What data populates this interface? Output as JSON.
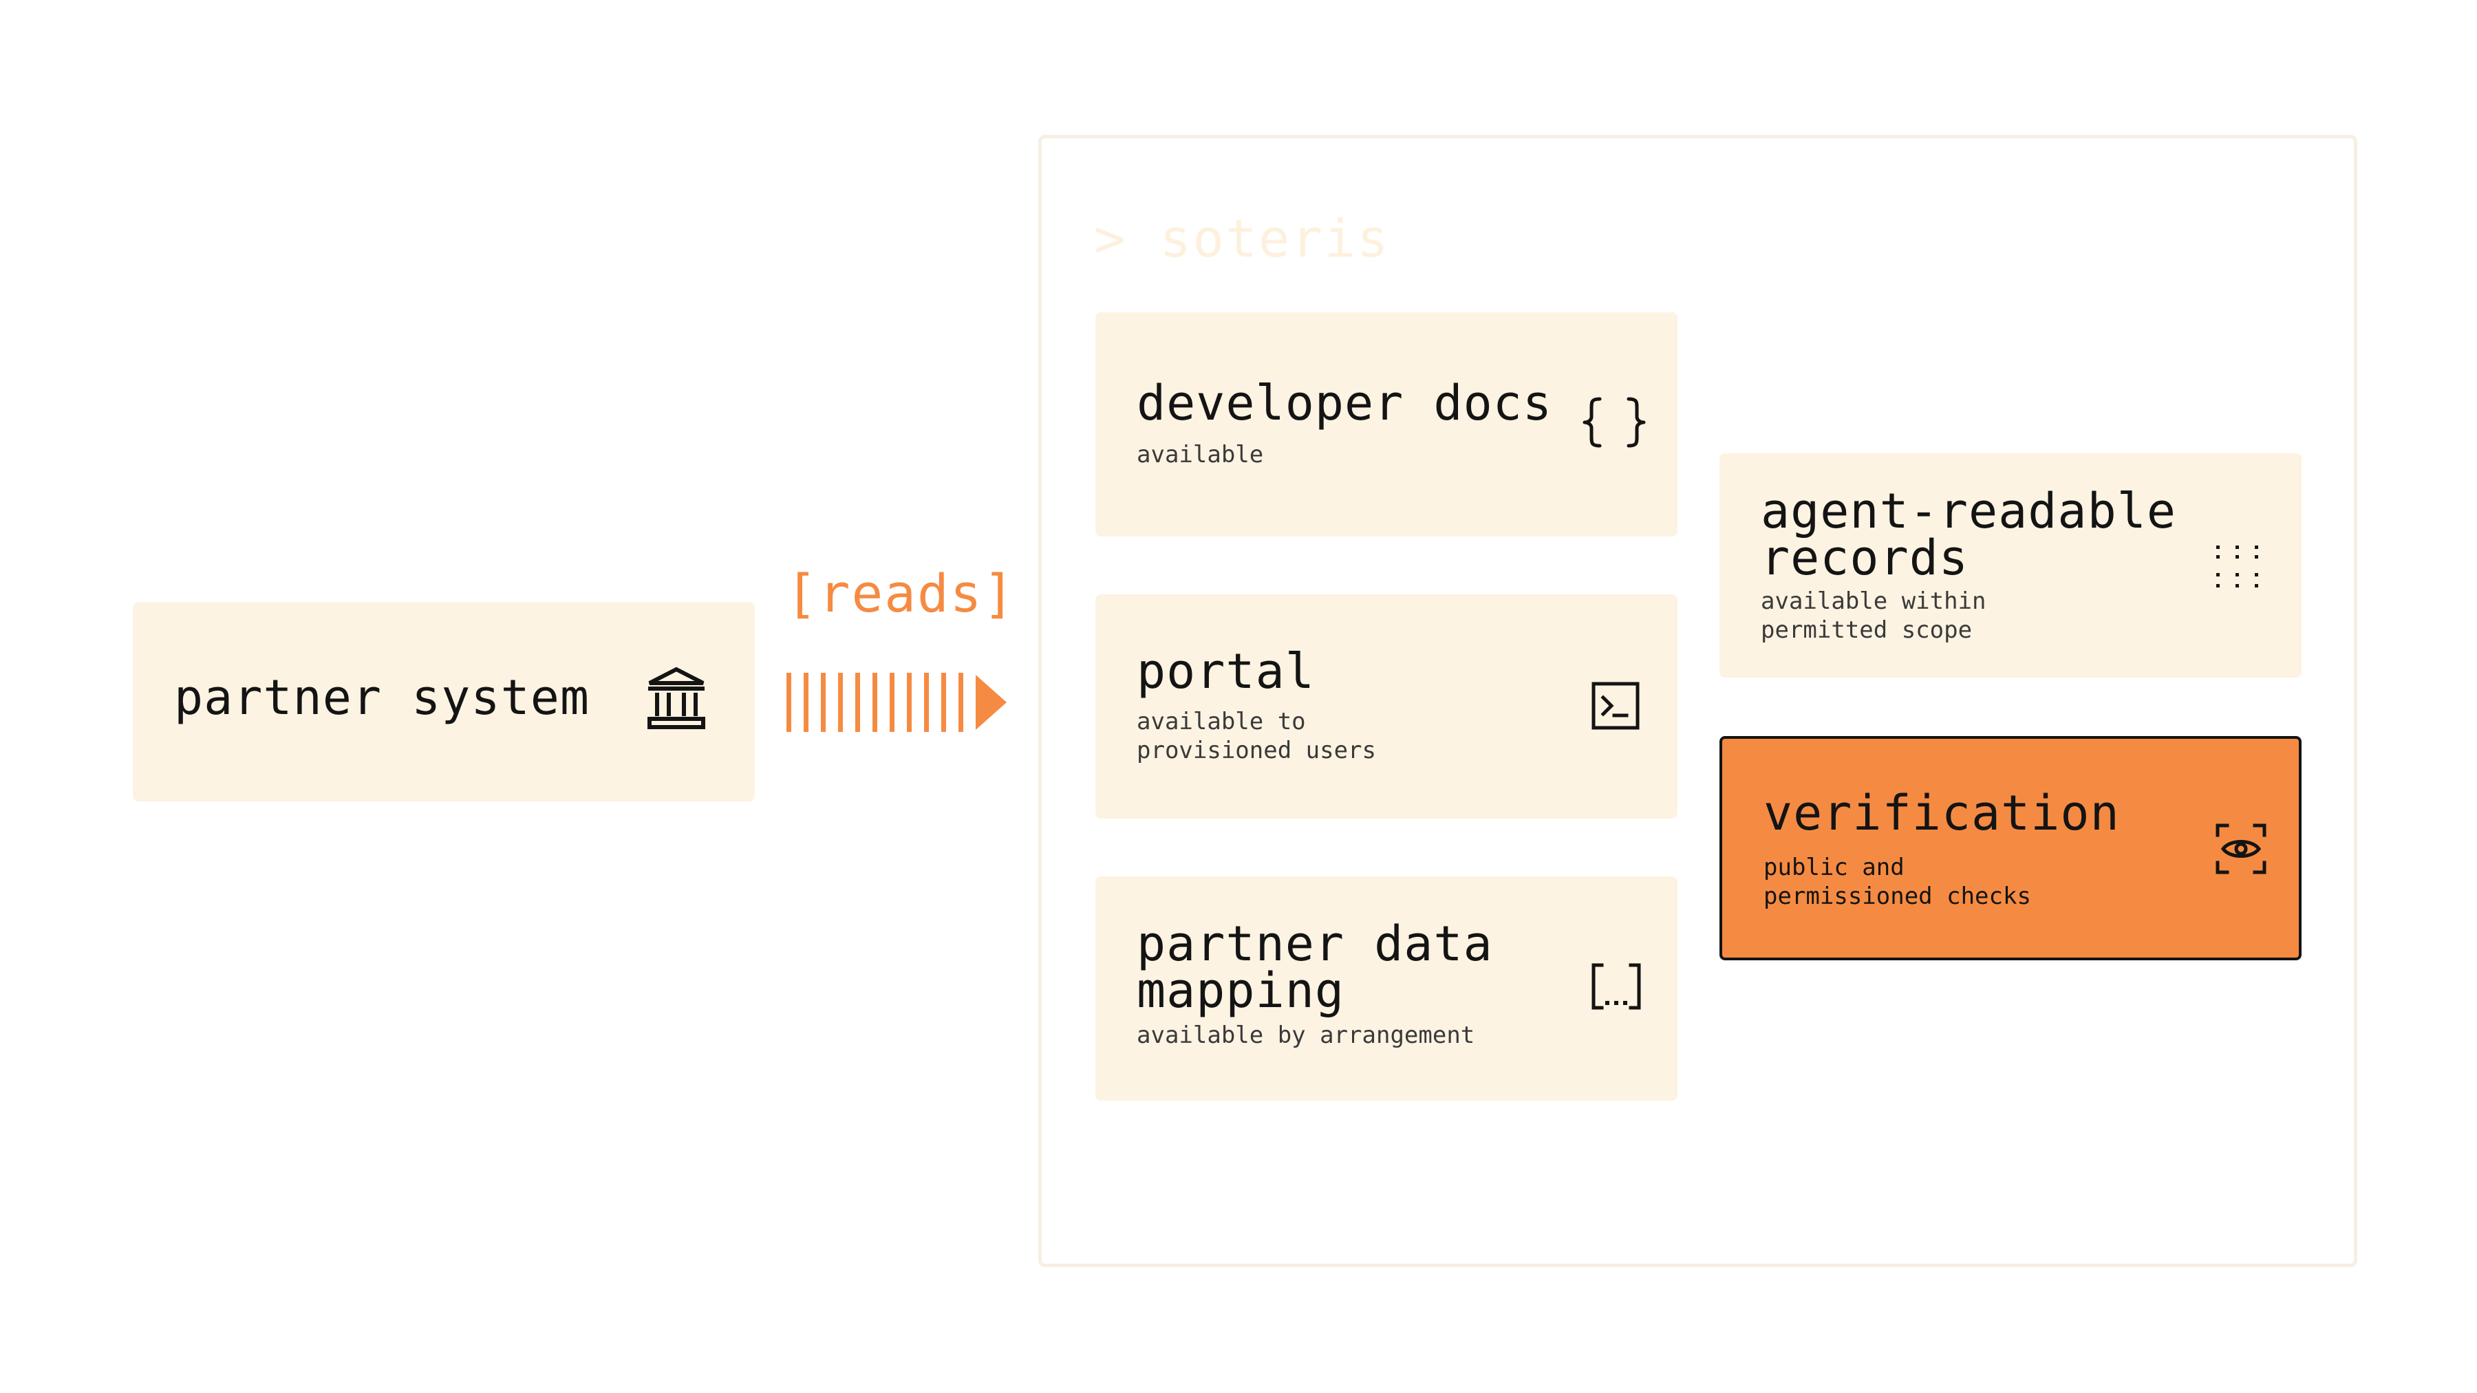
{
  "left_node": {
    "title": "partner system",
    "icon": "bank-icon"
  },
  "connector": {
    "label": "[reads]",
    "color": "#f58b42"
  },
  "product": {
    "label": "> soteris"
  },
  "cards": {
    "developer_docs": {
      "title": "developer docs",
      "subtitle": "available",
      "icon": "curly-braces-icon"
    },
    "portal": {
      "title": "portal",
      "subtitle": "available to\nprovisioned users",
      "icon": "terminal-icon"
    },
    "partner_data_mapping": {
      "title": "partner data\nmapping",
      "subtitle": "available by arrangement",
      "icon": "brackets-ellipsis-icon"
    },
    "agent_readable_records": {
      "title": "agent-readable\nrecords",
      "subtitle": "available within\npermitted scope",
      "icon": "dot-grid-icon"
    },
    "verification": {
      "title": "verification",
      "subtitle": "public and\npermissioned checks",
      "icon": "eye-scan-icon",
      "highlight_color": "#f58b42"
    }
  },
  "colors": {
    "card_fill": "#fdf3e2",
    "accent": "#f58b42",
    "text": "#141414",
    "frame_border": "#f6efe3"
  }
}
